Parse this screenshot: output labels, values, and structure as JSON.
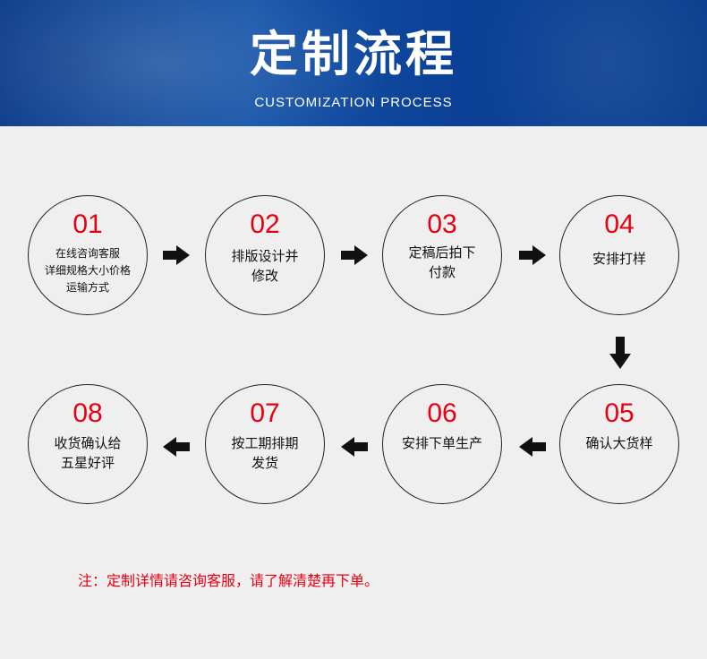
{
  "header": {
    "title": "定制流程",
    "subtitle": "CUSTOMIZATION PROCESS"
  },
  "steps": [
    {
      "num": "01",
      "lines": [
        "在线咨询客服",
        "详细规格大小价格",
        "运输方式"
      ]
    },
    {
      "num": "02",
      "lines": [
        "排版设计并",
        "修改"
      ]
    },
    {
      "num": "03",
      "lines": [
        "定稿后拍下",
        "付款"
      ]
    },
    {
      "num": "04",
      "lines": [
        "安排打样"
      ]
    },
    {
      "num": "05",
      "lines": [
        "确认大货样"
      ]
    },
    {
      "num": "06",
      "lines": [
        "安排下单生产"
      ]
    },
    {
      "num": "07",
      "lines": [
        "按工期排期",
        "发货"
      ]
    },
    {
      "num": "08",
      "lines": [
        "收货确认给",
        "五星好评"
      ]
    }
  ],
  "note": "注：定制详情请咨询客服，请了解清楚再下单。",
  "colors": {
    "accent_red": "#e60012",
    "header_blue": "#0d3c8a",
    "background": "#efefef"
  }
}
